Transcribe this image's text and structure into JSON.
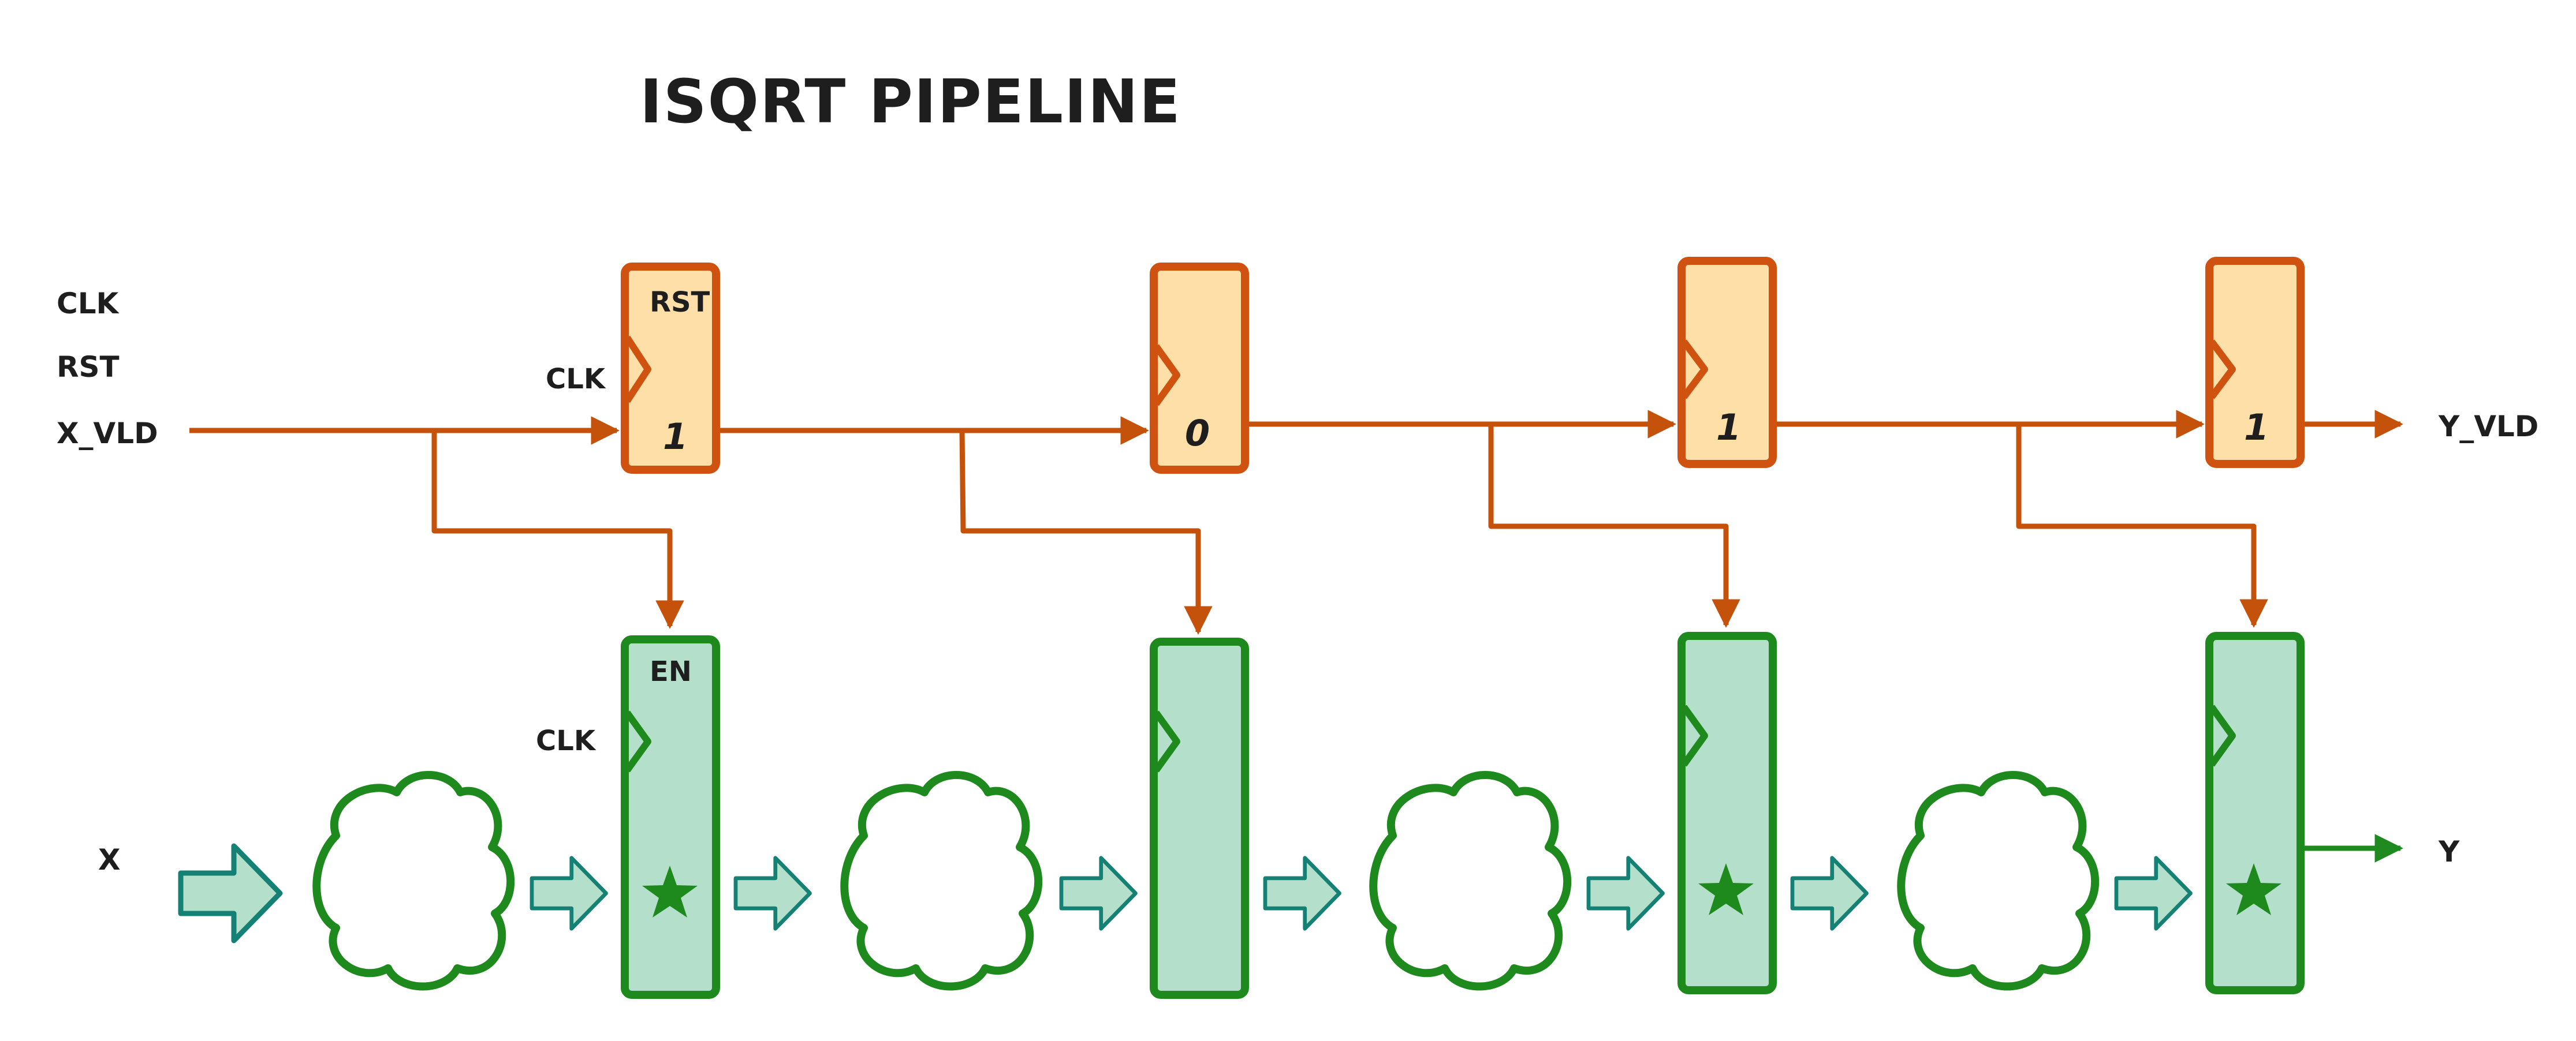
{
  "title": "ISQRT PIPELINE",
  "inputs": {
    "clk": "CLK",
    "rst": "RST",
    "x_vld": "X_VLD",
    "x": "X"
  },
  "outputs": {
    "y_vld": "Y_VLD",
    "y": "Y"
  },
  "valid_stages": [
    {
      "top_label": "RST",
      "clk_label": "CLK",
      "value": "1"
    },
    {
      "top_label": "",
      "clk_label": "",
      "value": "0"
    },
    {
      "top_label": "",
      "clk_label": "",
      "value": "1"
    },
    {
      "top_label": "",
      "clk_label": "",
      "value": "1"
    }
  ],
  "data_stages": [
    {
      "top_label": "EN",
      "clk_label": "CLK",
      "has_star": true
    },
    {
      "top_label": "",
      "clk_label": "",
      "has_star": false
    },
    {
      "top_label": "",
      "clk_label": "",
      "has_star": true
    },
    {
      "top_label": "",
      "clk_label": "",
      "has_star": true
    }
  ],
  "colors": {
    "valid_fill": "#ffdfa8",
    "valid_stroke": "#d05210",
    "data_fill": "#b4dfcb",
    "data_stroke": "#1e8a1e",
    "flow_stroke": "#158074"
  },
  "icons": [
    "clock-edge-icon",
    "star-icon",
    "cloud-logic-icon",
    "block-arrow-icon"
  ]
}
